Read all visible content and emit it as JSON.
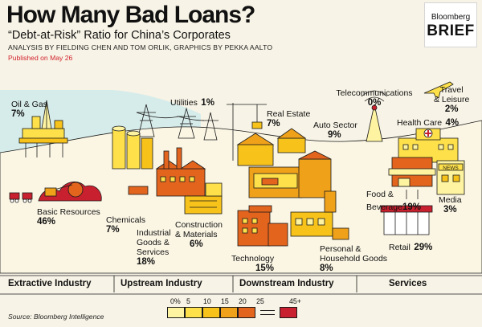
{
  "header": {
    "title": "How Many Bad Loans?",
    "subtitle": "“Debt-at-Risk” Ratio for China’s Corporates",
    "byline": "ANALYSIS BY FIELDING CHEN AND TOM ORLIK, GRAPHICS BY PEKKA AALTO",
    "published": "Published on May 26"
  },
  "logo": {
    "line1": "Bloomberg",
    "line2": "BRIEF"
  },
  "sectors": [
    {
      "name": "Oil & Gas",
      "value": "7%"
    },
    {
      "name": "Basic Resources",
      "value": "46%"
    },
    {
      "name": "Utilities",
      "value": "1%"
    },
    {
      "name": "Chemicals",
      "value": "7%"
    },
    {
      "name_lines": [
        "Industrial",
        "Goods &",
        "Services"
      ],
      "value": "18%"
    },
    {
      "name_lines": [
        "Construction",
        "& Materials"
      ],
      "value": "6%"
    },
    {
      "name": "Real Estate",
      "value": "7%"
    },
    {
      "name": "Auto Sector",
      "value": "9%"
    },
    {
      "name": "Technology",
      "value": "15%"
    },
    {
      "name_lines": [
        "Personal &",
        "Household Goods"
      ],
      "value": "8%"
    },
    {
      "name": "Telecommunications",
      "value": "0%"
    },
    {
      "name_lines": [
        "Travel",
        "& Leisure"
      ],
      "value": "2%"
    },
    {
      "name": "Health Care",
      "value": "4%"
    },
    {
      "name_lines": [
        "Food &",
        "Beverage"
      ],
      "value": "19%"
    },
    {
      "name": "Media",
      "value": "3%"
    },
    {
      "name": "Retail",
      "value": "29%"
    }
  ],
  "building_text": {
    "news_sign": "NEWS"
  },
  "categories": [
    "Extractive Industry",
    "Upstream Industry",
    "Downstream Industry",
    "Services"
  ],
  "legend": {
    "labels": [
      "0%",
      "5",
      "10",
      "15",
      "20",
      "25",
      "45+"
    ],
    "colors": [
      "#fdf3a0",
      "#fde04a",
      "#f7c21a",
      "#f0a11a",
      "#e2641d",
      "#c8202e"
    ]
  },
  "source": "Source: Bloomberg Intelligence",
  "palette": {
    "background": "#f7f3e6",
    "water": "#d7eceb",
    "hill": "#fbf6e4",
    "outline": "#1b1b1b"
  }
}
